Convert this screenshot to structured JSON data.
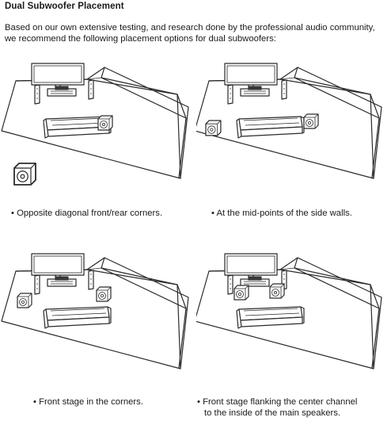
{
  "title": "Dual Subwoofer Placement",
  "intro": "Based on our own extensive testing, and research done by the professional audio community, we recommend the following placement options for dual subwoofers:",
  "options": [
    {
      "caption": "• Opposite diagonal front/rear corners."
    },
    {
      "caption": "• At the mid-points of the side walls."
    },
    {
      "caption": "• Front stage in the corners."
    },
    {
      "caption_line1": "• Front stage flanking the center channel",
      "caption_line2": "to the inside of the main speakers."
    }
  ]
}
